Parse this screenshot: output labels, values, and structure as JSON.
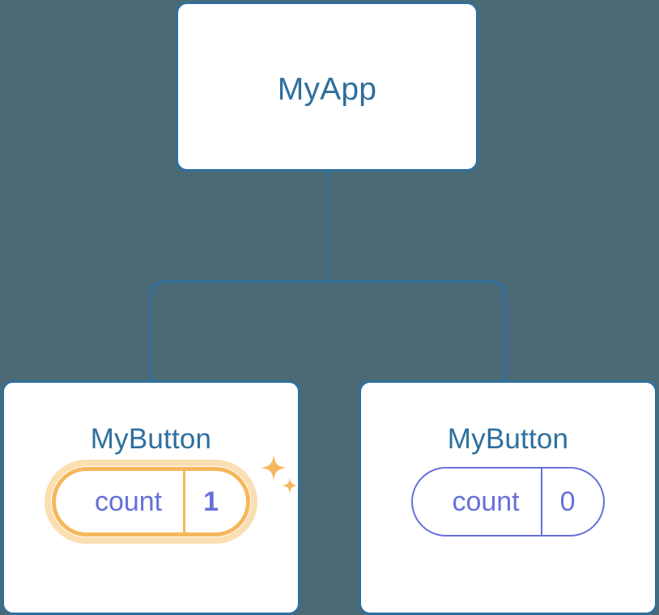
{
  "diagram": {
    "type": "component-tree",
    "background_color": "#4c6a75",
    "edge_color": "#2e6f9e",
    "node_border_color": "#2e6f9e",
    "node_title_color": "#2e6f9e",
    "state_color": "#6670db",
    "highlight_color": "#f6b75c",
    "highlight_glow_color": "#fbdfb2",
    "sparkle_color": "#f6b75c"
  },
  "root": {
    "title": "MyApp"
  },
  "children": [
    {
      "title": "MyButton",
      "state": {
        "key": "count",
        "value": "1"
      },
      "highlighted": true,
      "sparkle_large": "sparkle-icon",
      "sparkle_small": "sparkle-icon"
    },
    {
      "title": "MyButton",
      "state": {
        "key": "count",
        "value": "0"
      },
      "highlighted": false
    }
  ]
}
